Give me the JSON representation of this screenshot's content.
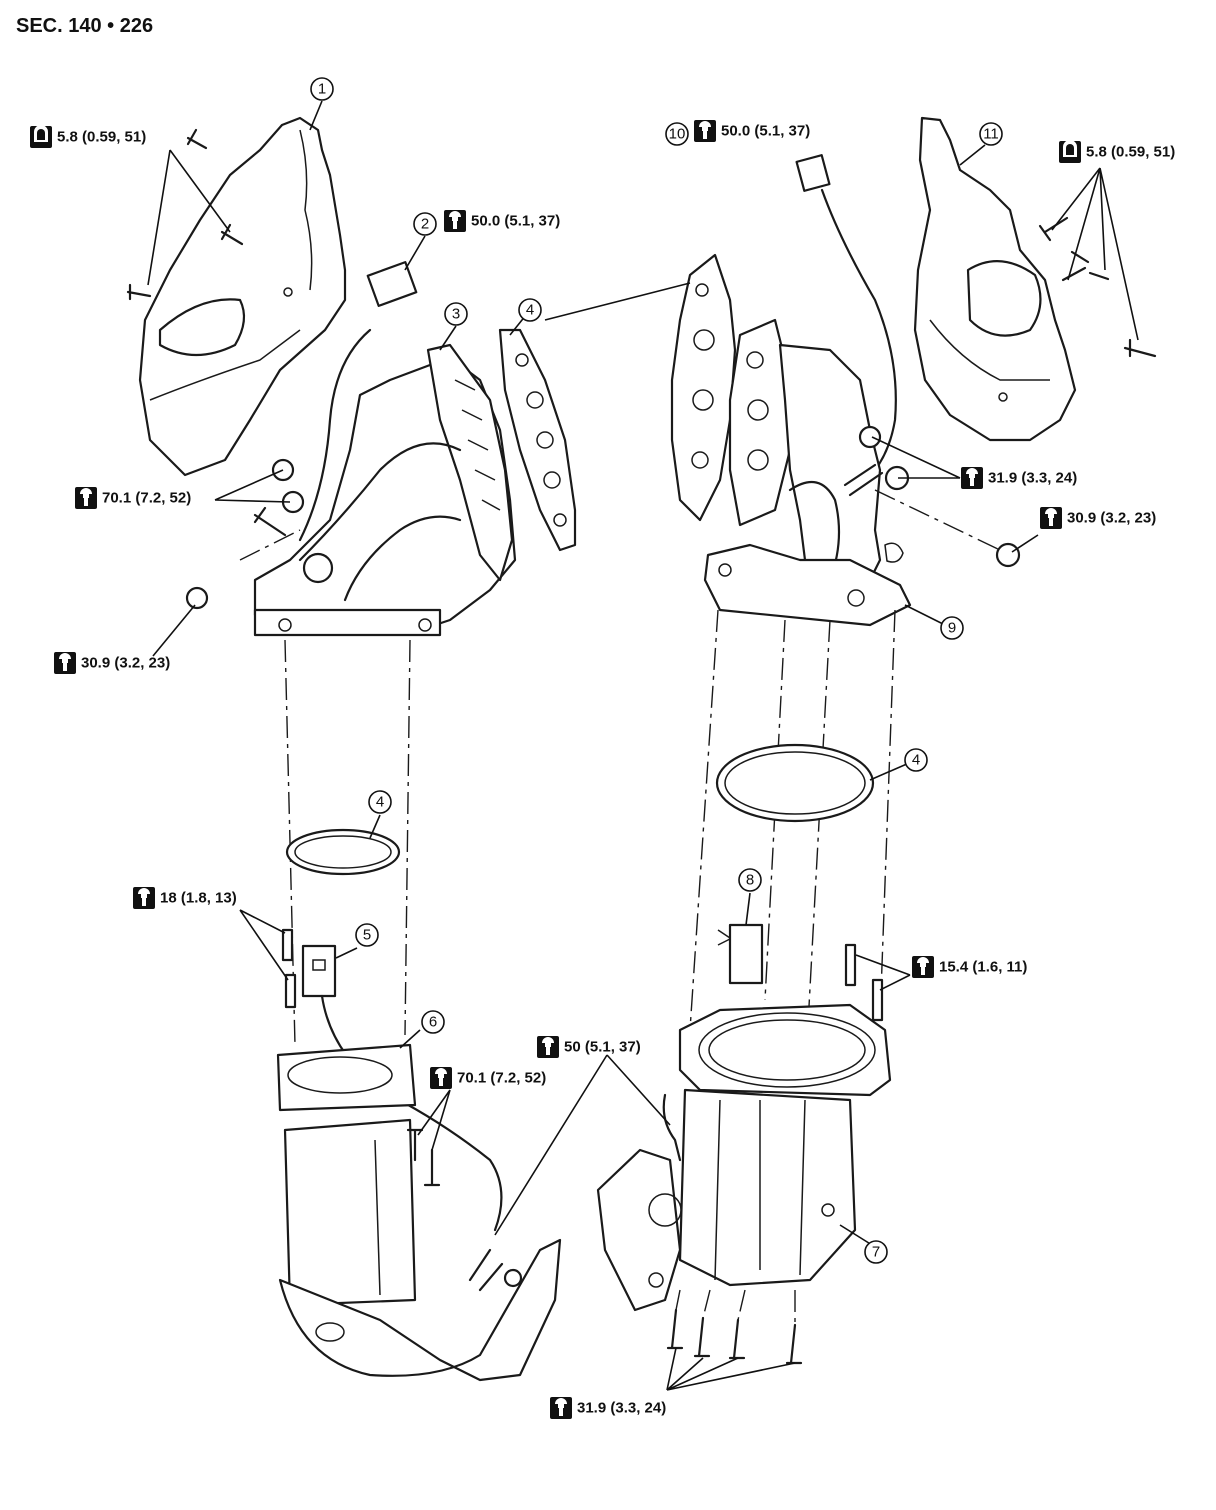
{
  "section_ref": "SEC. 140 • 226",
  "callouts": [
    "1",
    "2",
    "3",
    "4",
    "4",
    "4",
    "5",
    "6",
    "7",
    "8",
    "9",
    "10",
    "11"
  ],
  "torque_specs": {
    "t_heat1": "5.8 (0.59, 51)",
    "t_sensor2": "50.0 (5.1, 37)",
    "t_stud_left": "70.1 (7.2, 52)",
    "t_nut_left": "30.9 (3.2, 23)",
    "t_18": "18 (1.8, 13)",
    "t_70_lower": "70.1 (7.2, 52)",
    "t_50_lower": "50 (5.1, 37)",
    "t_31_bottom": "31.9 (3.3, 24)",
    "t_sensor10": "50.0 (5.1, 37)",
    "t_heat11": "5.8 (0.59, 51)",
    "t_31_right": "31.9 (3.3, 24)",
    "t_30_right": "30.9 (3.2, 23)",
    "t_15": "15.4 (1.6, 11)"
  },
  "icons": {
    "torque_wrench": "torque-wrench-icon",
    "torque_wrench_filled": "torque-wrench-filled-icon"
  }
}
